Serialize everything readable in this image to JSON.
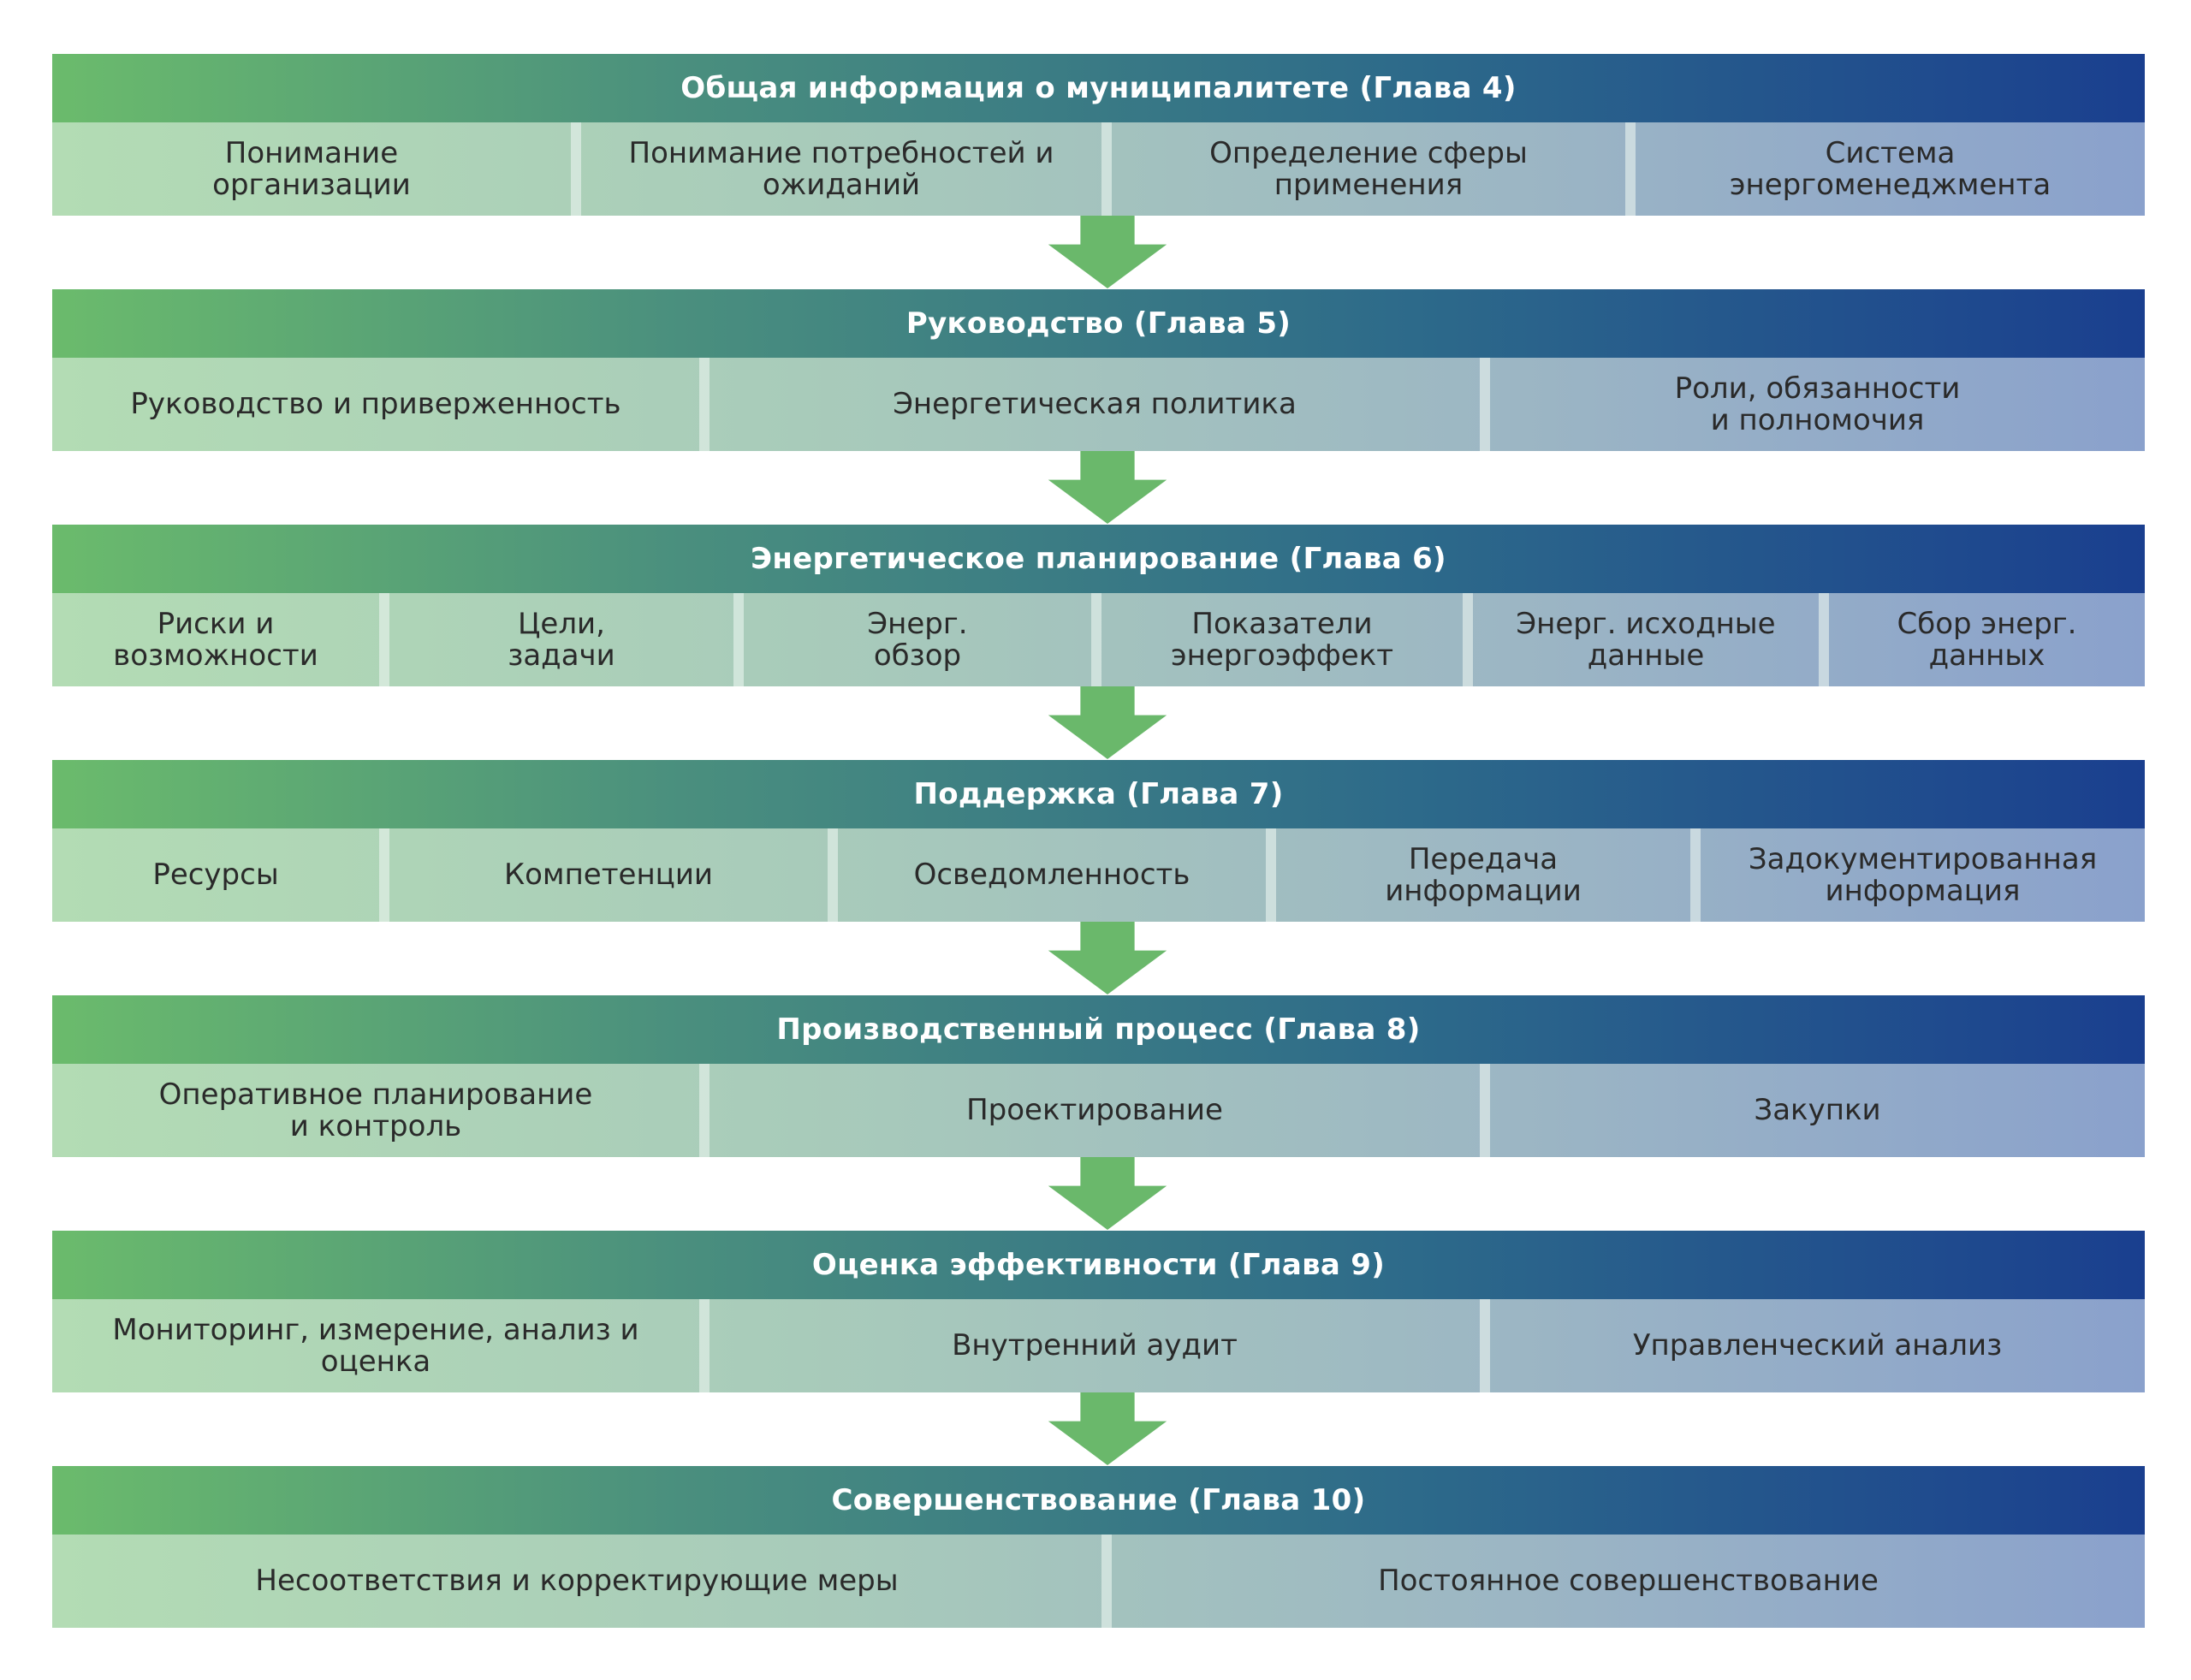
{
  "sections": [
    {
      "title": "Общая информация о муниципалитете  (Глава 4)",
      "cells": [
        "Понимание\nорганизации",
        "Понимание потребностей и\nожиданий",
        "Определение сферы\nприменения",
        "Система\nэнергоменеджмента"
      ]
    },
    {
      "title": "Руководство (Глава 5)",
      "cells": [
        "Руководство и приверженность",
        "Энергетическая политика",
        "Роли, обязанности\nи полномочия"
      ]
    },
    {
      "title": "Энергетическое планирование (Глава 6)",
      "cells": [
        "Риски и\nвозможности",
        "Цели,\nзадачи",
        "Энерг.\nобзор",
        "Показатели\nэнергоэффект",
        "Энерг. исходные\nданные",
        "Сбор энерг.\nданных"
      ]
    },
    {
      "title": "Поддержка (Глава 7)",
      "cells": [
        "Ресурсы",
        "Компетенции",
        "Осведомленность",
        "Передача\nинформации",
        "Задокументированная\nинформация"
      ]
    },
    {
      "title": "Производственный процесс (Глава 8)",
      "cells": [
        "Оперативное планирование\nи контроль",
        "Проектирование",
        "Закупки"
      ]
    },
    {
      "title": "Оценка эффективности (Глава 9)",
      "cells": [
        "Мониторинг, измерение, анализ и\nоценка",
        "Внутренний аудит",
        "Управленческий анализ"
      ]
    },
    {
      "title": "Совершенствование (Глава 10)",
      "cells": [
        "Несоответствия и корректирующие меры",
        "Постоянное совершенствование"
      ]
    }
  ],
  "colors": {
    "header_start": "#6bbb6c",
    "header_end": "#1a3f8f",
    "row_start": "#b3dcb4",
    "row_end": "#8aa1cc",
    "arrow": "#6ab86b"
  }
}
